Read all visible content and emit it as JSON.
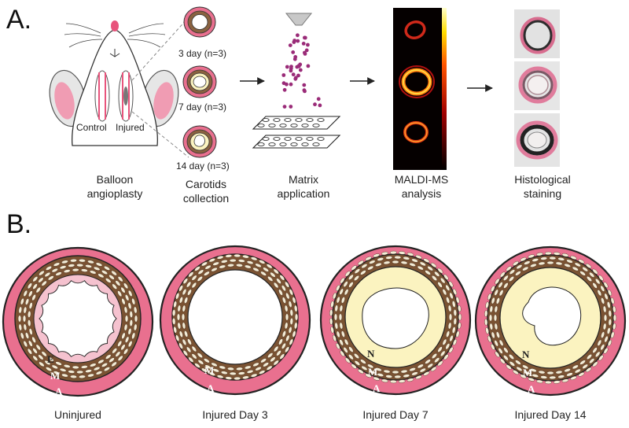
{
  "panel_a": {
    "label": "A.",
    "rat": {
      "left_label": "Control",
      "right_label": "Injured"
    },
    "samples": [
      {
        "label": "3 day (n=3)"
      },
      {
        "label": "7 day (n=3)"
      },
      {
        "label": "14 day (n=3)"
      }
    ],
    "steps": [
      {
        "line1": "Balloon",
        "line2": "angioplasty"
      },
      {
        "line1": "Carotids",
        "line2": "collection"
      },
      {
        "line1": "Matrix",
        "line2": "application"
      },
      {
        "line1": "MALDI-MS",
        "line2": "analysis"
      },
      {
        "line1": "Histological",
        "line2": "staining"
      }
    ]
  },
  "panel_b": {
    "label": "B.",
    "vessels": [
      {
        "caption": "Uninjured",
        "layers": [
          "E",
          "M",
          "A"
        ]
      },
      {
        "caption": "Injured Day 3",
        "layers": [
          "M",
          "A"
        ]
      },
      {
        "caption": "Injured Day 7",
        "layers": [
          "N",
          "M",
          "A"
        ]
      },
      {
        "caption": "Injured Day 14",
        "layers": [
          "N",
          "M",
          "A"
        ]
      }
    ]
  },
  "colors": {
    "adventitia": "#e9708f",
    "media": "#7a5232",
    "cell": "#f3ecd6",
    "neointima": "#fbf3c0",
    "endothelium": "#f5c2cf",
    "pink_accent": "#e8547c",
    "dot": "#9a2b78"
  }
}
